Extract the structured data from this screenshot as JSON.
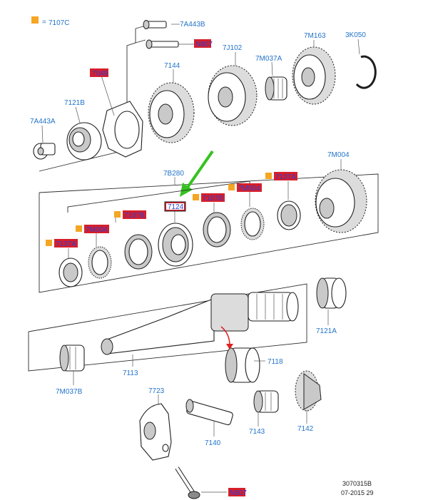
{
  "legend": {
    "color": "#f5a623",
    "label": "7107C"
  },
  "labels": {
    "l_7A443B": "7A443B",
    "l_N8x": "N807",
    "l_7J102": "7J102",
    "l_7M163": "7M163",
    "l_3K050": "3K050",
    "l_7M037A": "7M037A",
    "l_7049": "7049",
    "l_7144": "7144",
    "l_7121B": "7121B",
    "l_7A443A": "7A443A",
    "l_7M004": "7M004",
    "l_7B280": "7B280",
    "l_7124": "7124",
    "l_7107A_r": "7107A",
    "l_7M004_m": "7M004",
    "l_7107B_r": "7107B",
    "l_7107B_l": "7107B",
    "l_7M004_l": "7M004",
    "l_7107A_l": "7107A",
    "l_7121A": "7121A",
    "l_7118": "7118",
    "l_7113": "7113",
    "l_7M037B": "7M037B",
    "l_7723": "7723",
    "l_7140": "7140",
    "l_7143": "7143",
    "l_7142": "7142",
    "l_N8b": "N807"
  },
  "footer": {
    "code": "3070315B",
    "date": "07-2015 29"
  },
  "colors": {
    "label_blue": "#2273c9",
    "highlight_red": "#d61f2b",
    "arrow_green": "#35c21f",
    "red_arrow": "#e02020",
    "legend_orange": "#f5a623"
  }
}
